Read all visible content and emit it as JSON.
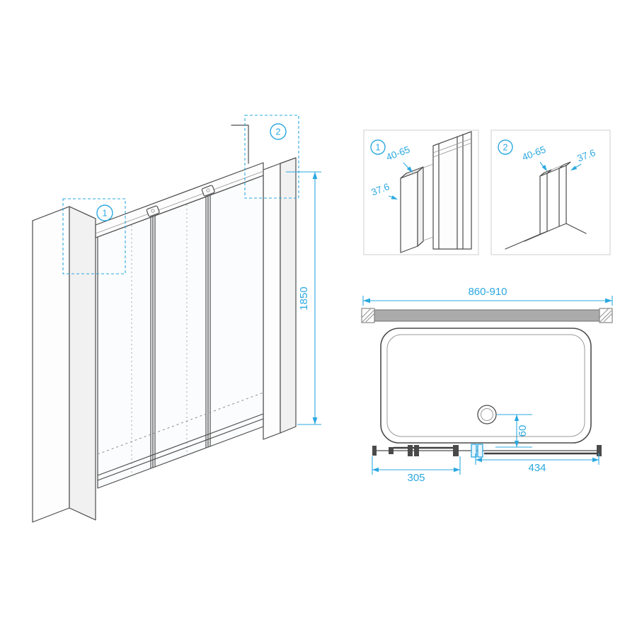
{
  "colors": {
    "accent": "#2ba8e0",
    "line": "#4c4c4c",
    "wall_fill": "#ababab"
  },
  "iso": {
    "callout1": "1",
    "callout2": "2",
    "height_dim": "1850"
  },
  "details": [
    {
      "badge": "1",
      "top_dim": "40-65",
      "side_dim": "37.6"
    },
    {
      "badge": "2",
      "top_dim": "40-65",
      "side_dim": "37.6"
    }
  ],
  "plan": {
    "width_dim": "860-910",
    "drain_offset_dim": "60",
    "span_left_dim": "305",
    "span_right_dim": "434"
  }
}
